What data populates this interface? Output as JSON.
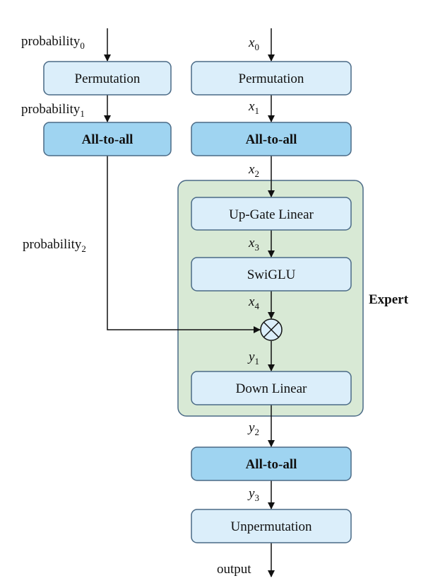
{
  "nodes": {
    "perm_left": "Permutation",
    "a2a_left": "All-to-all",
    "perm_right": "Permutation",
    "a2a_right_top": "All-to-all",
    "upgate": "Up-Gate Linear",
    "swiglu": "SwiGLU",
    "down": "Down Linear",
    "a2a_bottom": "All-to-all",
    "unperm": "Unpermutation",
    "expert": "Expert"
  },
  "labels": {
    "prob0": {
      "base": "probability",
      "sub": "0"
    },
    "prob1": {
      "base": "probability",
      "sub": "1"
    },
    "prob2": {
      "base": "probability",
      "sub": "2"
    },
    "x0": {
      "base": "x",
      "sub": "0"
    },
    "x1": {
      "base": "x",
      "sub": "1"
    },
    "x2": {
      "base": "x",
      "sub": "2"
    },
    "x3": {
      "base": "x",
      "sub": "3"
    },
    "x4": {
      "base": "x",
      "sub": "4"
    },
    "y1": {
      "base": "y",
      "sub": "1"
    },
    "y2": {
      "base": "y",
      "sub": "2"
    },
    "y3": {
      "base": "y",
      "sub": "3"
    },
    "output": "output"
  },
  "colors": {
    "light_box": "#dbeefa",
    "dark_box": "#9fd4f1",
    "box_stroke": "#4a6a86",
    "expert_fill": "#d8e9d5",
    "expert_stroke": "#4a6a86"
  }
}
